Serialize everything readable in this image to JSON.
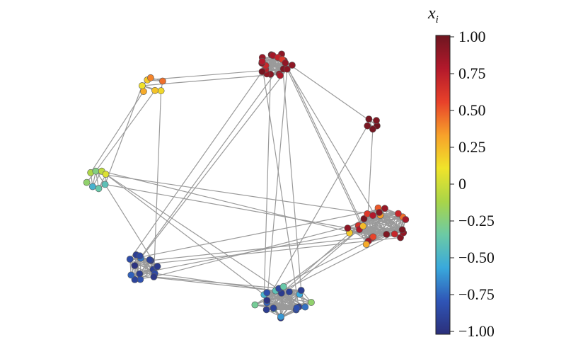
{
  "chart_data": {
    "type": "network",
    "colorbar": {
      "title": "x",
      "title_subscript": "i",
      "min": -1.0,
      "max": 1.0,
      "tick_labels": [
        "1.00",
        "0.75",
        "0.50",
        "0.25",
        "0",
        "−0.25",
        "−0.50",
        "−0.75",
        "−1.00"
      ],
      "tick_values": [
        1.0,
        0.75,
        0.5,
        0.25,
        0.0,
        -0.25,
        -0.5,
        -0.75,
        -1.0
      ],
      "colormap_stops": [
        "#2b2f7a",
        "#2f55b6",
        "#39a9dc",
        "#6ccaa5",
        "#a9d548",
        "#f0e42a",
        "#f7a12a",
        "#e8412a",
        "#b3192b",
        "#6e1620"
      ]
    },
    "edge_color": "#9a9a9a",
    "clusters": [
      {
        "name": "top",
        "values": [
          0.9,
          0.95,
          0.85,
          0.8,
          0.92,
          0.88,
          0.75,
          0.98,
          0.7,
          0.93,
          0.86,
          0.78,
          0.96,
          0.83,
          0.9,
          0.72,
          0.94,
          0.6,
          0.89,
          0.91
        ]
      },
      {
        "name": "upper-left",
        "values": [
          0.15,
          0.22,
          0.3,
          0.12,
          0.2,
          0.4,
          0.45
        ]
      },
      {
        "name": "small-right",
        "values": [
          1.0,
          0.98,
          0.96,
          0.97,
          0.95
        ]
      },
      {
        "name": "left",
        "values": [
          -0.4,
          -0.35,
          -0.5,
          -0.2,
          -0.1,
          -0.25,
          -0.05,
          0.05
        ]
      },
      {
        "name": "right",
        "values": [
          0.92,
          0.88,
          0.7,
          0.95,
          0.75,
          0.55,
          0.85,
          0.3,
          0.2,
          0.9,
          0.65,
          0.8,
          0.25,
          0.98,
          0.6,
          0.78,
          0.35,
          0.5,
          0.93,
          0.87,
          0.45,
          0.7,
          0.82,
          0.96
        ]
      },
      {
        "name": "bottom-left",
        "values": [
          -0.9,
          -0.85,
          -0.95,
          -0.8,
          -0.92,
          -0.88,
          -0.75,
          -0.97,
          -0.83,
          -0.91,
          -0.7,
          -0.86,
          -0.94,
          -0.89,
          -0.78,
          -0.93
        ]
      },
      {
        "name": "bottom",
        "values": [
          -0.9,
          -0.85,
          -0.8,
          -0.95,
          -0.6,
          -0.45,
          -0.88,
          -0.92,
          -0.3,
          -0.75,
          -0.97,
          -0.5,
          -0.82,
          -0.4,
          -0.93,
          -0.86,
          -0.35,
          -0.89,
          -0.55,
          -0.91,
          -0.2,
          -0.7
        ]
      }
    ]
  }
}
